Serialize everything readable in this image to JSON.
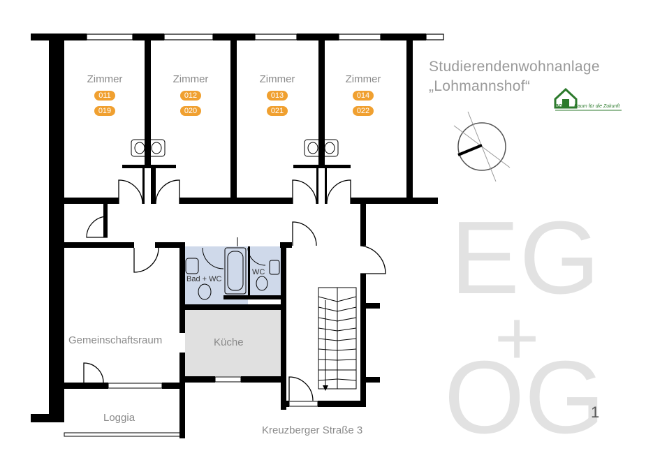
{
  "project": {
    "title_line1": "Studierendenwohnanlage",
    "title_line2": "„Lohmannshof“",
    "logo_abbr": "BGW",
    "logo_slogan": "Raum für die Zukunft"
  },
  "floor": {
    "big_top": "EG",
    "big_plus": "+",
    "big_bottom": "OG",
    "number": "1"
  },
  "address": "Kreuzberger Straße 3",
  "rooms": [
    {
      "label": "Zimmer",
      "numbers": [
        "011",
        "019"
      ]
    },
    {
      "label": "Zimmer",
      "numbers": [
        "012",
        "020"
      ]
    },
    {
      "label": "Zimmer",
      "numbers": [
        "013",
        "021"
      ]
    },
    {
      "label": "Zimmer",
      "numbers": [
        "014",
        "022"
      ]
    }
  ],
  "spaces": {
    "bath": "Bad + WC",
    "wc": "WC",
    "kitchen": "Küche",
    "common_room": "Gemeinschaftsraum",
    "loggia": "Loggia"
  },
  "colors": {
    "wall": "#000000",
    "badge": "#f0a030",
    "wet_room": "#cfd9ea",
    "kitchen": "#e0e0e0",
    "text_gray": "#8a8a8a",
    "big_letters": "#e2e2e2",
    "logo_green": "#2c7a2c"
  }
}
